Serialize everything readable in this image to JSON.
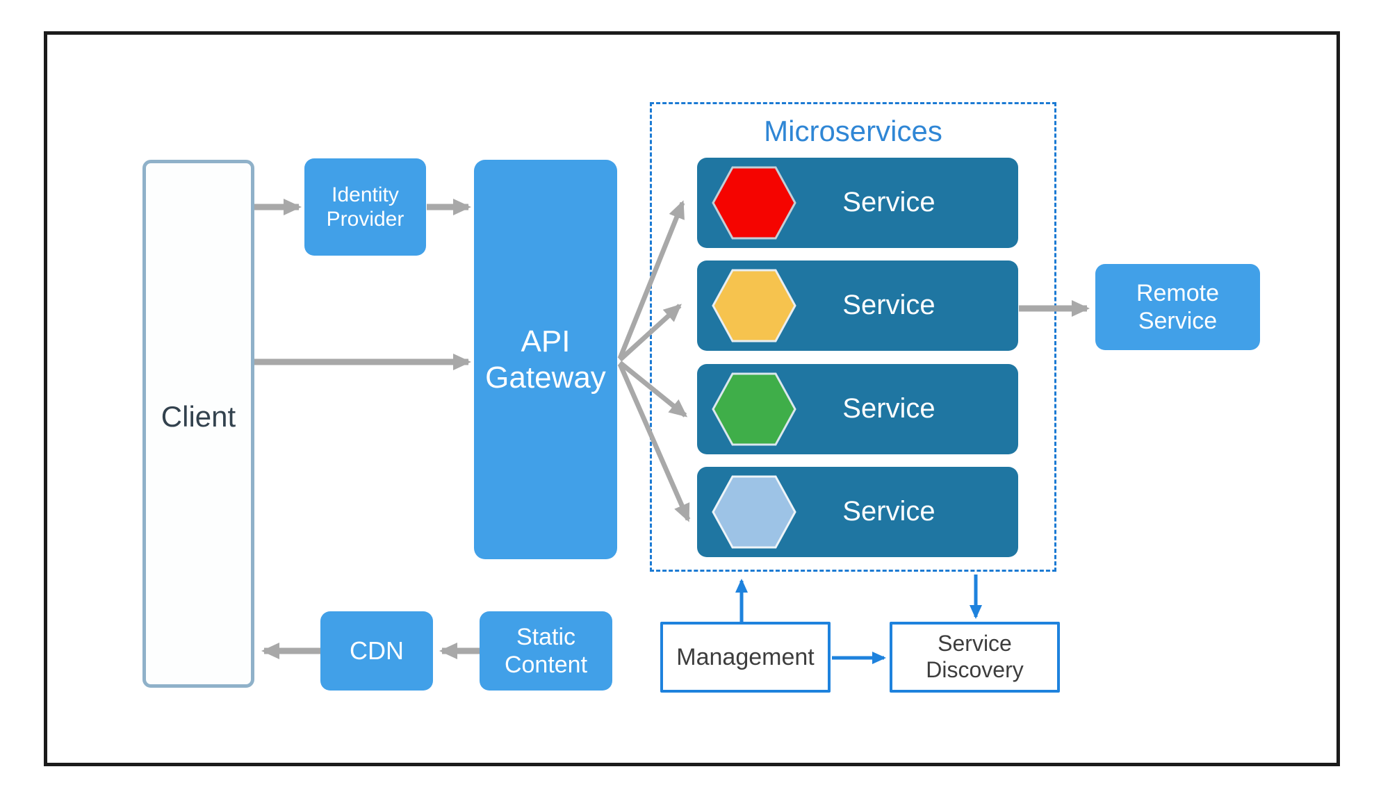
{
  "diagram": {
    "type": "microservices-architecture",
    "nodes": {
      "client": {
        "label": "Client"
      },
      "identity_provider": {
        "label": "Identity\nProvider"
      },
      "api_gateway": {
        "label": "API\nGateway"
      },
      "remote_service": {
        "label": "Remote\nService"
      },
      "cdn": {
        "label": "CDN"
      },
      "static_content": {
        "label": "Static\nContent"
      },
      "management": {
        "label": "Management"
      },
      "service_discovery": {
        "label": "Service\nDiscovery"
      }
    },
    "microservices": {
      "title": "Microservices",
      "services": [
        {
          "label": "Service",
          "hex_color": "#f50400"
        },
        {
          "label": "Service",
          "hex_color": "#f6c34e"
        },
        {
          "label": "Service",
          "hex_color": "#3fae49"
        },
        {
          "label": "Service",
          "hex_color": "#9dc3e6"
        }
      ]
    },
    "colors": {
      "node_blue": "#41a0e8",
      "service_teal": "#1f76a2",
      "dashed_border_blue": "#1b7ad3",
      "blue_arrow": "#1e82dd",
      "gray_arrow": "#a8a8a8",
      "frame_black": "#1b1b1b",
      "client_border": "#8fb1c9",
      "microservices_title_blue": "#2f86d5",
      "management_border_blue": "#1e82dd"
    }
  }
}
